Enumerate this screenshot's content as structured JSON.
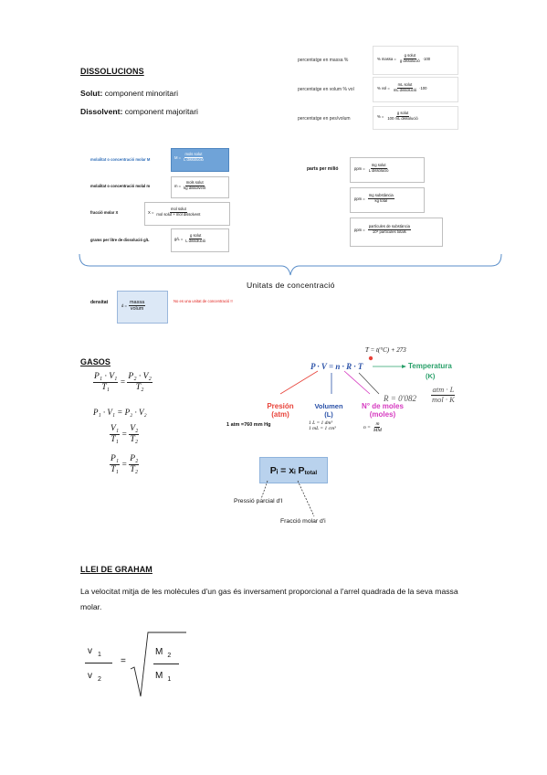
{
  "dissolucions": {
    "heading": "DISSOLUCIONS",
    "solut_label": "Solut:",
    "solut_text": "component minoritari",
    "dissolvent_label": "Dissolvent:",
    "dissolvent_text": "component majoritari",
    "percentages": [
      {
        "label": "percentatge en massa %",
        "lhs": "% massa =",
        "num": "g solut",
        "den": "g dissolució",
        "suffix": "·100"
      },
      {
        "label": "percentatge en volum % vol",
        "lhs": "% vol =",
        "num": "mL solut",
        "den": "mL dissolució",
        "suffix": "·100"
      },
      {
        "label": "percentatge en pes/volum",
        "lhs": "% =",
        "num": "g solut",
        "den": "100 mL dissolució",
        "suffix": ""
      }
    ],
    "concentrations": [
      {
        "label": "molalitat o concentració molar M",
        "lhs": "M =",
        "num": "mols solut",
        "den": "L dissolució"
      },
      {
        "label": "molalitat o concentració molal m",
        "lhs": "m =",
        "num": "mols solut",
        "den": "kg dissolvent"
      },
      {
        "label": "fracció molar X",
        "lhs": "X =",
        "num": "mol solut",
        "den": "mol solut + mol dissolvent"
      },
      {
        "label": "grams per litre de dissolució g/L",
        "lhs": "g/L =",
        "num": "g solut",
        "den": "L dissolució"
      }
    ],
    "ppm_label": "parts per milió",
    "ppm": [
      {
        "lhs": "ppm =",
        "num": "mg solut",
        "den": "L dissolució"
      },
      {
        "lhs": "ppm =",
        "num": "mg substància",
        "den": "kg total"
      },
      {
        "lhs": "ppm =",
        "num": "partícules de substància",
        "den": "10⁶ partícules totals"
      }
    ],
    "brace_caption": "Unitats de concentració",
    "densitat_label": "densitat",
    "densitat_lhs": "d =",
    "densitat_num": "massa",
    "densitat_den": "volum",
    "densitat_note": "No es una unitat de concentració !!",
    "note_color": "#e0201b"
  },
  "gasos": {
    "heading": "GASOS",
    "laws": [
      {
        "l_num": "P₁ · V₁",
        "l_den": "T₁",
        "r_num": "P₂ · V₂",
        "r_den": "T₂"
      },
      {
        "inline": "P₁ · V₁ = P₂ · V₂"
      },
      {
        "l_num": "V₁",
        "l_den": "T₁",
        "r_num": "V₂",
        "r_den": "T₂"
      },
      {
        "l_num": "P₁",
        "l_den": "T₁",
        "r_num": "P₂",
        "r_den": "T₂"
      }
    ],
    "ideal_gas": {
      "temp_formula": "T = t(°C) + 273",
      "equation": "P · V = n · R · T",
      "temperatura": "Temperatura",
      "temperatura_unit": "(K)",
      "r_value": "R = 0'082",
      "r_num": "atm · L",
      "r_den": "mol · K",
      "presion": "Presión",
      "presion_unit": "(atm)",
      "presion_note": "1 atm =760 mm Hg",
      "volumen": "Volumen",
      "volumen_unit": "(L)",
      "volumen_note1": "1 L = 1 dm³",
      "volumen_note2": "1 mL = 1 cm³",
      "moles": "N° de moles",
      "moles_unit": "(moles)",
      "moles_lhs": "n =",
      "moles_num": "m",
      "moles_den": "MM",
      "color_p": "#e8433a",
      "color_v": "#2b52a8",
      "color_n": "#d63ac0",
      "color_t": "#2aa06a"
    },
    "dalton_box": "Pᵢ = xᵢ P",
    "dalton_sub": "total",
    "pressio_parcial": "Pressió parcial d'I",
    "fraccio_molar": "Fracció molar d'i"
  },
  "graham": {
    "heading": "LLEI DE GRAHAM",
    "text": "La velocitat mitja de les molècules d'un gas és inversament proporcional a l'arrel quadrada de la seva massa molar.",
    "v_top": "v",
    "v_top_sub": "1",
    "v_bot": "v",
    "v_bot_sub": "2",
    "eq": "=",
    "m_top": "M",
    "m_top_sub": "2",
    "m_bot": "M",
    "m_bot_sub": "1"
  }
}
